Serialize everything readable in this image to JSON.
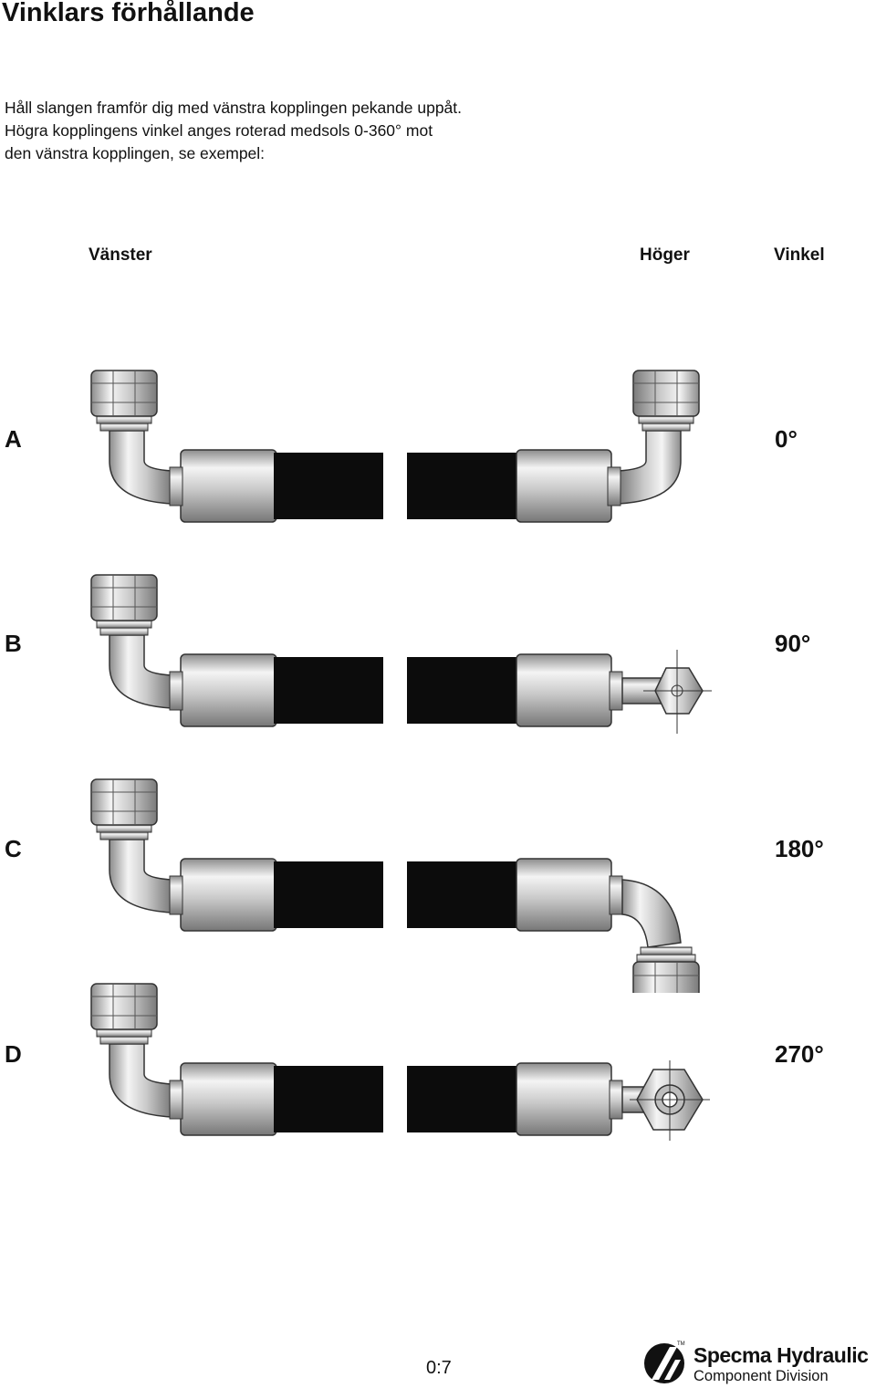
{
  "title": "Vinklars förhållande",
  "intro": [
    "Håll slangen framför dig med vänstra kopplingen pekande uppåt.",
    "Högra kopplingens vinkel anges roterad medsols 0-360° mot",
    "den vänstra kopplingen, se exempel:"
  ],
  "columns": {
    "left": "Vänster",
    "right": "Höger",
    "angle": "Vinkel"
  },
  "rows": [
    {
      "letter": "A",
      "angle": "0°"
    },
    {
      "letter": "B",
      "angle": "90°"
    },
    {
      "letter": "C",
      "angle": "180°"
    },
    {
      "letter": "D",
      "angle": "270°"
    }
  ],
  "footer": {
    "page": "0:7",
    "brand": "Specma Hydraulic",
    "division": "Component Division",
    "tm": "TM"
  }
}
